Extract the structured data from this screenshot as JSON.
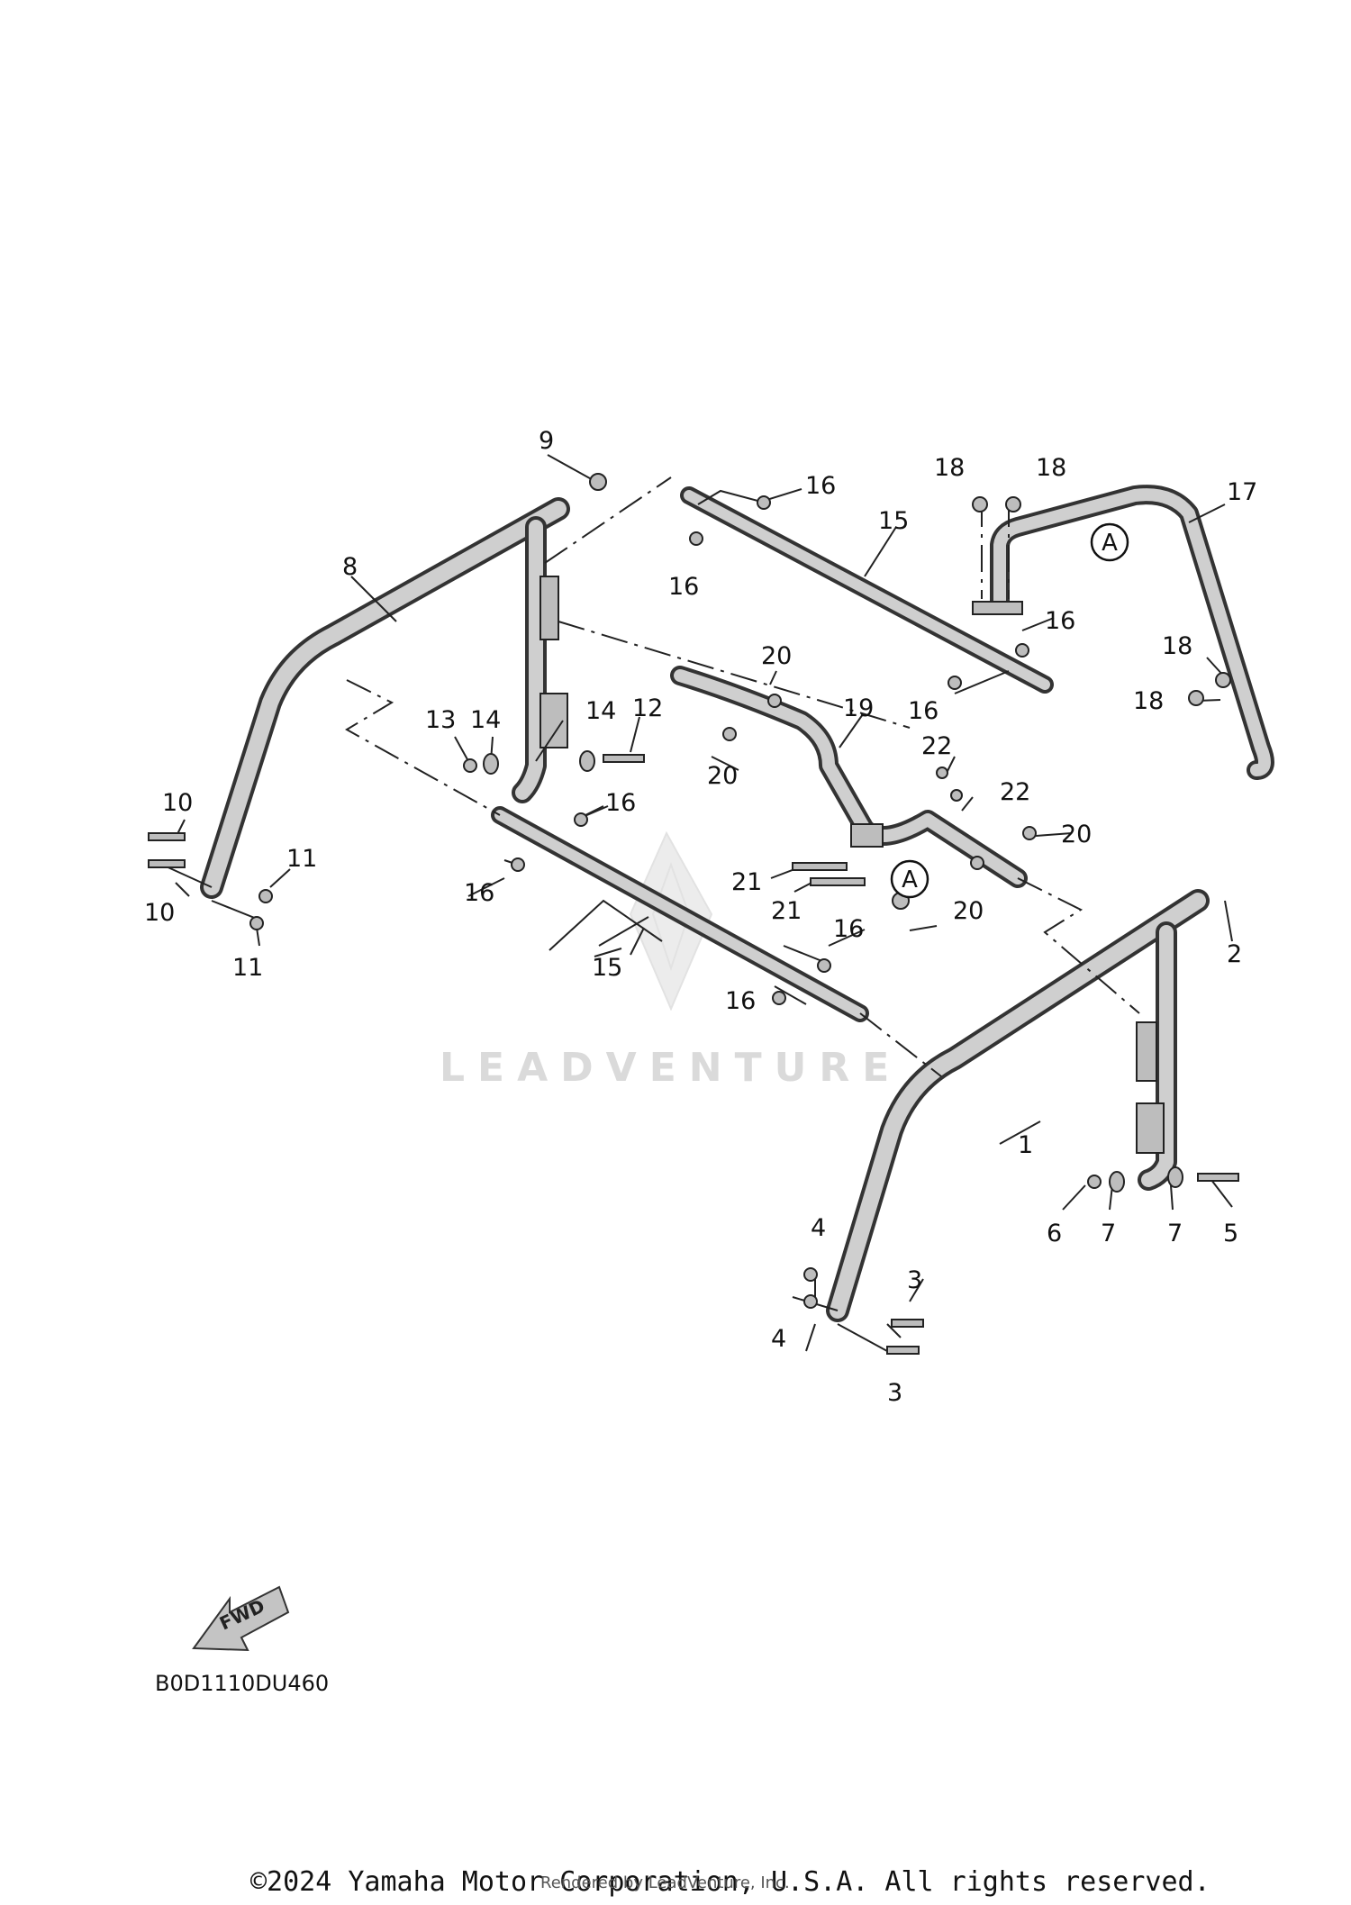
{
  "callouts": {
    "c1": "1",
    "c2": "2",
    "c3a": "3",
    "c3b": "3",
    "c4a": "4",
    "c4b": "4",
    "c5": "5",
    "c6": "6",
    "c7a": "7",
    "c7b": "7",
    "c8": "8",
    "c9": "9",
    "c10a": "10",
    "c10b": "10",
    "c11a": "11",
    "c11b": "11",
    "c12": "12",
    "c13": "13",
    "c14a": "14",
    "c14b": "14",
    "c15a": "15",
    "c15b": "15",
    "c16a": "16",
    "c16b": "16",
    "c16c": "16",
    "c16d": "16",
    "c16e": "16",
    "c16f": "16",
    "c16g": "16",
    "c16h": "16",
    "c17": "17",
    "c18a": "18",
    "c18b": "18",
    "c18c": "18",
    "c18d": "18",
    "c19": "19",
    "c20a": "20",
    "c20b": "20",
    "c20c": "20",
    "c20d": "20",
    "c21a": "21",
    "c21b": "21",
    "c22a": "22",
    "c22b": "22"
  },
  "reference_marks": {
    "a1": "A",
    "a2": "A"
  },
  "direction_arrow": {
    "label": "FWD",
    "icon": "fwd-arrow-icon"
  },
  "diagram_code": "B0D1110DU460",
  "watermark": {
    "text": "LEADVENTURE",
    "icon": "leadventure-flame-logo"
  },
  "footer": {
    "copyright": "©2024 Yamaha Motor Corporation, U.S.A. All rights reserved.",
    "rendered_by": "Rendered by LeadVenture, Inc."
  },
  "colors": {
    "line": "#222222",
    "tube": "#cfcfcf",
    "background": "#ffffff"
  }
}
